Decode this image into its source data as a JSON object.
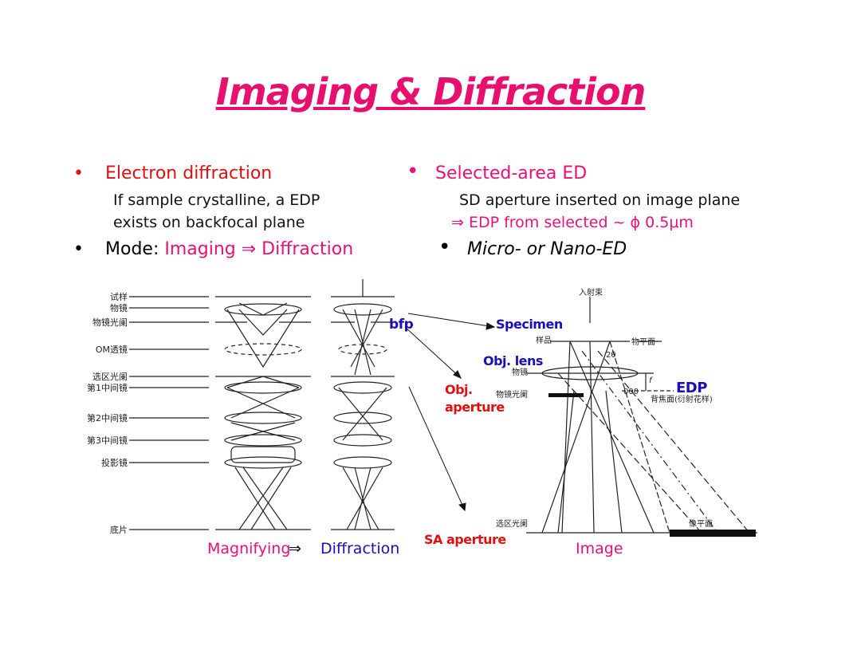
{
  "colors": {
    "title": "#e8106e",
    "red": "#e01010",
    "pink": "#e8107a",
    "blue": "#1a0fb8",
    "black": "#000000"
  },
  "title": "Imaging & Diffraction",
  "left": {
    "bullet1": {
      "label": "Electron diffraction"
    },
    "sub1": "If sample crystalline, a EDP",
    "sub2": "exists on backfocal plane",
    "bullet2": {
      "key": "Mode",
      "sep": ": ",
      "value": "Imaging ⇒ Diffraction"
    }
  },
  "right": {
    "bullet1": {
      "label": "Selected-area ED"
    },
    "sub1": "SD aperture inserted on image plane",
    "sub2": "⇒ EDP from selected ~ ϕ 0.5μm",
    "bullet2": {
      "label": "Micro- or Nano-ED"
    }
  },
  "figure": {
    "left_labels": [
      "试样",
      "物镜",
      "物镜光阑",
      "OM透镜",
      "选区光阑",
      "第1中间镜",
      "第2中间镜",
      "第3中间镜",
      "投影镜",
      "底片"
    ],
    "right_labels": {
      "top": "入射束",
      "specimen_cn": "样品",
      "objplane_cn": "物平面",
      "lens_cn": "物镜",
      "aperture_cn": "物镜光阑",
      "bfp_cn": "背焦面(衍射花样)",
      "sa_cn": "选区光阑",
      "image_cn": "像平面",
      "zero": "000",
      "two_theta": "2θ",
      "f": "f"
    },
    "annotations": {
      "bfp": "bfp",
      "specimen": "Specimen",
      "obj_lens": "Obj. lens",
      "obj_aperture_1": "Obj.",
      "obj_aperture_2": "aperture",
      "edp": "EDP",
      "sa_aperture": "SA aperture",
      "magnifying": "Magnifying",
      "arrow": " ⇒ ",
      "diffraction": "Diffraction",
      "image": "Image"
    }
  }
}
